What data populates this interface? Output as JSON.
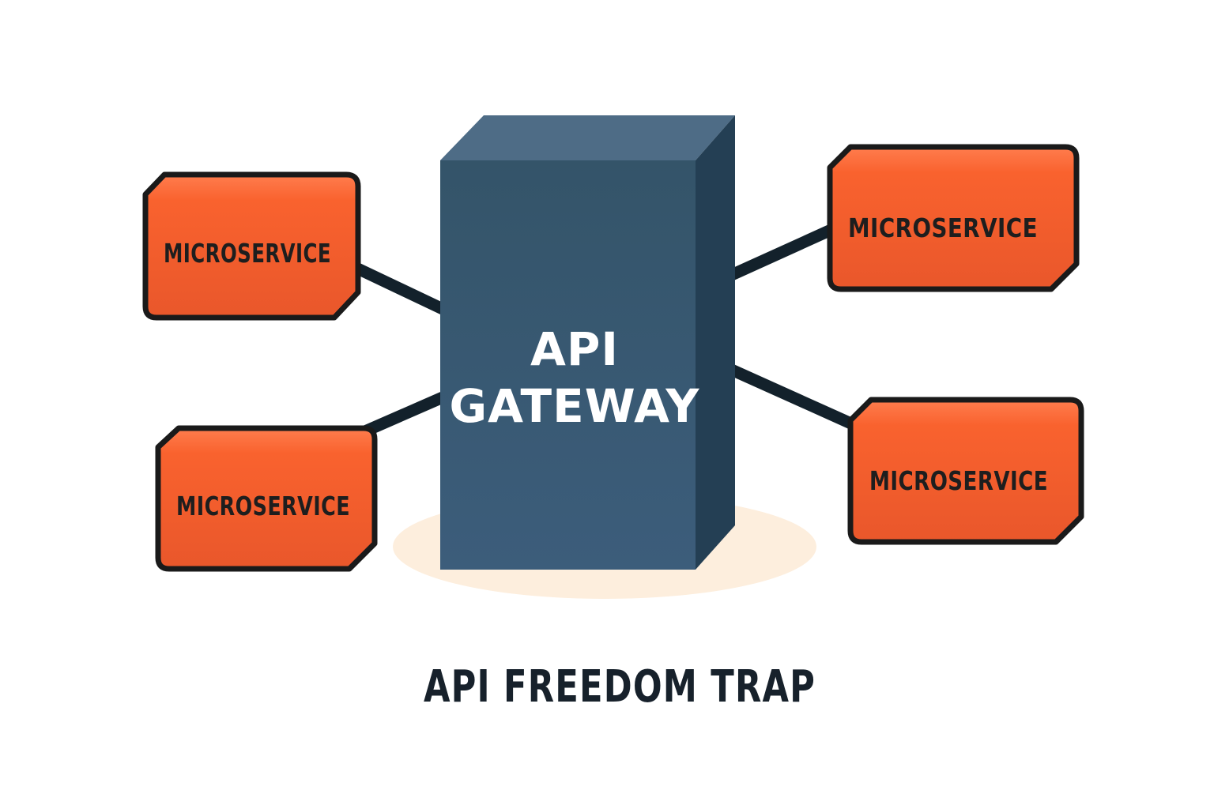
{
  "gateway": {
    "line1": "API",
    "line2": "GATEWAY",
    "colors": {
      "front": "#3a5a78",
      "top": "#4e6c86",
      "side": "#243f54"
    }
  },
  "microservices": [
    {
      "label": "MICROSERVICE"
    },
    {
      "label": "MICROSERVICE"
    },
    {
      "label": "MICROSERVICE"
    },
    {
      "label": "MICROSERVICE"
    }
  ],
  "caption": "API FREEDOM TRAP",
  "colors": {
    "microservice_fill": "#f4602c",
    "outline": "#1a1a1a",
    "connector": "#13212b",
    "shadow": "#fdeedd"
  }
}
